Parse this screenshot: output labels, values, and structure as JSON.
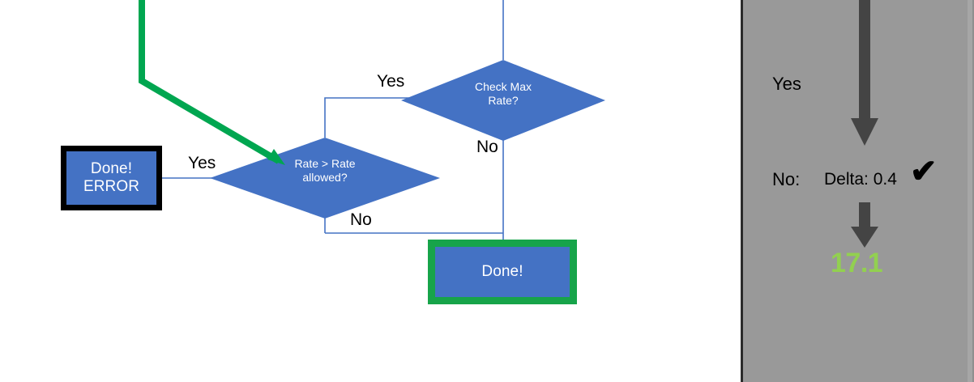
{
  "flowchart": {
    "nodes": [
      {
        "id": "check-max-rate",
        "shape": "diamond",
        "text_line1": "Check Max",
        "text_line2": "Rate?"
      },
      {
        "id": "rate-gt-allowed",
        "shape": "diamond",
        "text_line1": "Rate > Rate",
        "text_line2": "allowed?"
      },
      {
        "id": "done-error",
        "shape": "process",
        "text_line1": "Done!",
        "text_line2": "ERROR",
        "border_color": "#000000"
      },
      {
        "id": "done",
        "shape": "process",
        "text_line1": "Done!",
        "text_line2": "",
        "border_color": "#17A44A"
      }
    ],
    "branch_labels": {
      "check_max_yes": "Yes",
      "check_max_no": "No",
      "rate_gt_yes": "Yes",
      "rate_gt_no": "No"
    },
    "colors": {
      "node_fill": "#4472C4",
      "node_text": "#FFFFFF",
      "connector": "#4472C4",
      "highlight_path": "#00A650",
      "error_border": "#000000",
      "done_border": "#17A44A"
    }
  },
  "panel": {
    "background_color": "#999999",
    "yes_label": "Yes",
    "no_label": "No:",
    "delta_label": "Delta: 0.4",
    "check_mark": "✔",
    "value": "17.1",
    "value_color": "#92D050",
    "arrow_color": "#444444"
  }
}
